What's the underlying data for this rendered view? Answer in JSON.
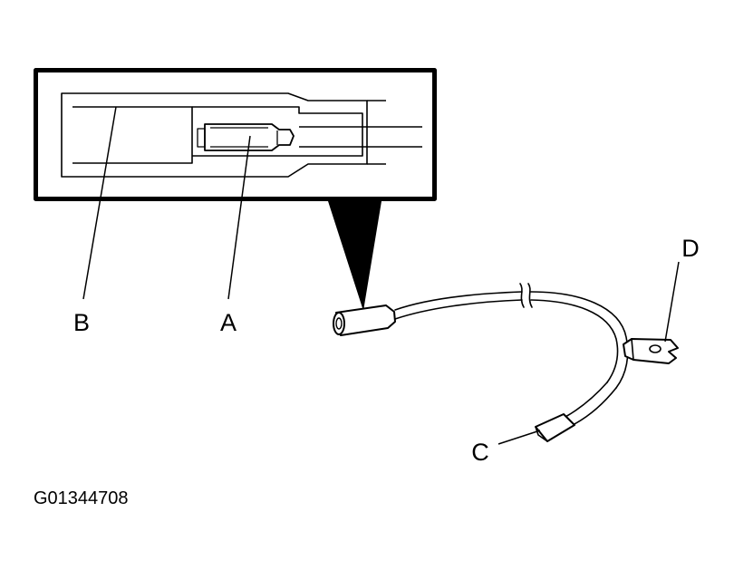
{
  "diagram": {
    "labels": {
      "a": "A",
      "b": "B",
      "c": "C",
      "d": "D"
    },
    "figure_id": "G01344708",
    "colors": {
      "line": "#000000",
      "background": "#ffffff"
    }
  }
}
